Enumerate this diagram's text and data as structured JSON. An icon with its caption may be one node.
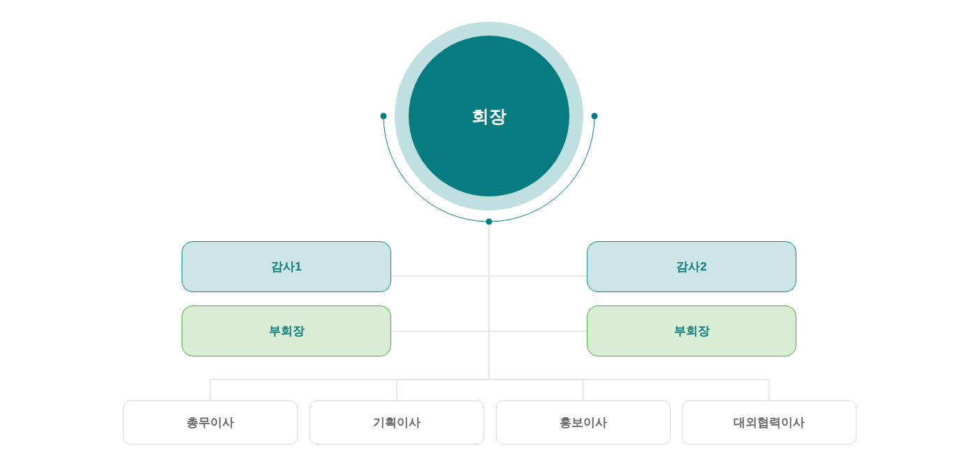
{
  "diagram": {
    "nodes": [
      {
        "text": [
          "회장"
        ]
      },
      {
        "text": [
          "감사1"
        ]
      },
      {
        "text": [
          "감사2"
        ]
      },
      {
        "text": [
          "부회장"
        ]
      },
      {
        "text": [
          "부회장"
        ]
      },
      {
        "text": [
          "총무이사"
        ]
      },
      {
        "text": [
          "기획이사"
        ]
      },
      {
        "text": [
          "홍보이사"
        ]
      },
      {
        "text": [
          "대외협력이사"
        ]
      }
    ],
    "edges": [
      {
        "from": 0,
        "to": 1,
        "arrow": "none"
      },
      {
        "from": 0,
        "to": 2,
        "arrow": "none"
      },
      {
        "from": 0,
        "to": 3,
        "arrow": "none"
      },
      {
        "from": 0,
        "to": 4,
        "arrow": "none"
      },
      {
        "from": 0,
        "to": 5,
        "arrow": "none"
      },
      {
        "from": 0,
        "to": 6,
        "arrow": "none"
      },
      {
        "from": 0,
        "to": 7,
        "arrow": "none"
      },
      {
        "from": 0,
        "to": 8,
        "arrow": "none"
      }
    ]
  }
}
